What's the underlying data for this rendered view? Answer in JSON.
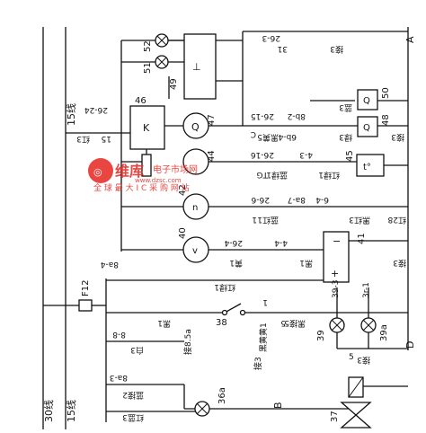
{
  "watermark": {
    "logo_text": "维库",
    "line1": "电子市场网",
    "line2": "全 球 最 大 I C 采 购 网 站",
    "url": "www.dzsc.com"
  },
  "rails": {
    "rail30": "30线",
    "rail15_left": "15线",
    "rail15_top": "15线",
    "A": "A",
    "B": "B",
    "D": "D"
  },
  "fuse": {
    "label": "F12"
  },
  "components": {
    "c52": "52",
    "c51": "51",
    "c49": "49",
    "c46": "46",
    "c47": "47",
    "c44": "44",
    "c42": "42",
    "c40": "40",
    "c41": "41",
    "c50": "50",
    "c48": "48",
    "c45": "45",
    "c38": "38",
    "c39": "39",
    "c39a": "39a",
    "c36a": "36a",
    "c37": "37"
  },
  "box_letters": {
    "K": "K",
    "Q47": "Q",
    "Q50": "Q",
    "Q48": "Q",
    "n": "n",
    "v": "v",
    "t45": "t°"
  },
  "wire_codes": {
    "w26_3": "26-3",
    "w31": "31",
    "w26_24": "26-24",
    "w15": "15",
    "w26_15": "26-15",
    "w8b_2": "8b-2",
    "w6b_4": "6b-4",
    "w26_16": "26-16",
    "w4_3": "4-3",
    "w26_6": "26-6",
    "w8a_7": "8a-7",
    "w6_4": "6-4",
    "w26_4": "26-4",
    "w4_4": "4-4",
    "w8a_4": "8a-4",
    "w39_3": "39-3",
    "w3r_1": "3r-1",
    "w8_8": "8-8",
    "w8a_3": "8a-3",
    "w1": "1",
    "w5": "5",
    "wC": "C",
    "wTG": "TG"
  },
  "wire_labels": {
    "l_jie3_top": "接3",
    "l_red3": "红3",
    "l_blackyellow5": "黑黄5",
    "l_blue3": "蓝3",
    "l_green3": "绿3",
    "l_redgreen1": "红绿1",
    "l_bluegreen1": "蓝绿1",
    "l_red28": "红28",
    "l_blue_red1": "蓝红1",
    "l_black1": "黑1",
    "l_yellow1": "黄1",
    "l_jie3": "接3",
    "l_heihuanghuang": "黑黄黄1",
    "l_heijie": "黑接5",
    "l_jie85": "接8.5a",
    "l_bai3": "白3",
    "l_lan2": "蓝接2",
    "l_hong_lan3": "红蓝3",
    "l_jie3_r": "接3",
    "l_heihuang1": "黑黄1",
    "l_heihong3": "黑红3"
  }
}
